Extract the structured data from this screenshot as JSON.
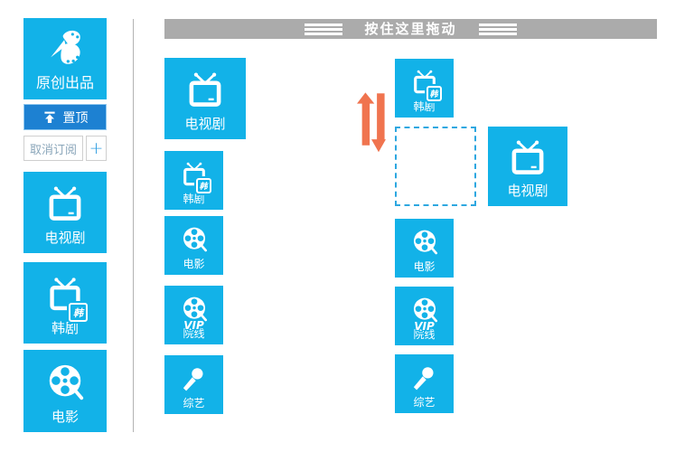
{
  "colors": {
    "tile": "#12b2e8",
    "pin": "#1d81d2",
    "bar": "#ababab",
    "arrow": "#f0744f",
    "dash": "#2da7e0",
    "muted_link": "#8aa6ba",
    "plus_link": "#2d9ce0"
  },
  "drag_bar": {
    "label": "按住这里拖动"
  },
  "sidebar": {
    "brand_tile": {
      "label": "原创出品"
    },
    "pin_button": {
      "label": "置顶"
    },
    "unsubscribe_button": {
      "label": "取消订阅"
    },
    "add_button": {
      "label": "+"
    },
    "tiles": [
      {
        "label": "电视剧"
      },
      {
        "label": "韩剧",
        "badge": "韩"
      },
      {
        "label": "电影"
      }
    ]
  },
  "before_column": {
    "tiles": [
      {
        "label": "电视剧"
      },
      {
        "label": "韩剧",
        "badge": "韩"
      },
      {
        "label": "电影"
      },
      {
        "label": "院线",
        "badge": "VIP"
      },
      {
        "label": "综艺"
      }
    ]
  },
  "after_column": {
    "tiles": [
      {
        "label": "韩剧",
        "badge": "韩"
      },
      {
        "label": "电影"
      },
      {
        "label": "院线",
        "badge": "VIP"
      },
      {
        "label": "综艺"
      }
    ],
    "dragged_tile": {
      "label": "电视剧"
    }
  }
}
